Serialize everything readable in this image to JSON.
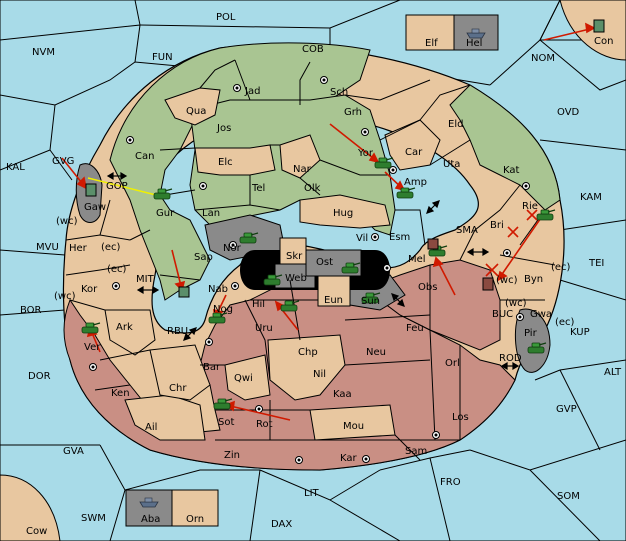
{
  "colors": {
    "sea": "#a8dbe8",
    "green": "#a9c592",
    "tan": "#e8c7a0",
    "red": "#c98f84",
    "gray": "#8a8a8a",
    "line": "#000000",
    "arrow": "#d01a00",
    "yellow": "#f0f000",
    "tank": "#2e7d2e"
  },
  "labels": {
    "pol": "POL",
    "nvm": "NVM",
    "fun": "FUN",
    "cob": "COB",
    "nom": "NOM",
    "con": "Con",
    "elf": "Elf",
    "hel": "Hel",
    "ovd": "OVD",
    "kal": "KAL",
    "gvg": "GVG",
    "gop": "GOP",
    "gaw": "Gaw",
    "kam": "KAM",
    "mvu": "MVU",
    "tei": "TEI",
    "bor": "BOR",
    "mit": "MIT",
    "rbu": "RBU",
    "buc": "BUC",
    "kup": "KUP",
    "dor": "DOR",
    "rod": "ROD",
    "alt": "ALT",
    "gvp": "GVP",
    "gva": "GVA",
    "fro": "FRO",
    "lit": "LIT",
    "som": "SOM",
    "swm": "SWM",
    "dax": "DAX",
    "cow": "Cow",
    "aba": "Aba",
    "orn": "Orn",
    "sma": "SMA",
    "jad": "Jad",
    "sch": "Sch",
    "qua": "Qua",
    "jos": "Jos",
    "grh": "Grh",
    "can": "Can",
    "elc": "Elc",
    "eld": "Eld",
    "nar": "Nar",
    "yor": "Yor",
    "car": "Car",
    "uta": "Uta",
    "kat": "Kat",
    "tel": "Tel",
    "olk": "Olk",
    "amp": "Amp",
    "gur": "Gur",
    "lan": "Lan",
    "hug": "Hug",
    "bri": "Bri",
    "rie": "Rie",
    "wc1": "(wc)",
    "ec1": "(ec)",
    "her": "Her",
    "nor": "Nor",
    "vil": "Vil",
    "esm": "Esm",
    "skr": "Skr",
    "sap": "Sap",
    "ost": "Ost",
    "mel": "Mel",
    "web": "Web",
    "byn": "Byn",
    "ec2": "(ec)",
    "ec3": "(ec)",
    "kor": "Kor",
    "wc2": "(wc)",
    "nab": "Nab",
    "eun": "Eun",
    "sun": "Sun",
    "obs": "Obs",
    "wc3": "(wc)",
    "gwa": "Gwa",
    "ec4": "(ec)",
    "wc4": "(wc)",
    "hil": "Hil",
    "nog": "Nog",
    "ark": "Ark",
    "uru": "Uru",
    "feu": "Feu",
    "pir": "Pir",
    "ver": "Ver",
    "chp": "Chp",
    "neu": "Neu",
    "orl": "Orl",
    "bar": "Bar",
    "nil": "Nil",
    "qwi": "Qwi",
    "ken": "Ken",
    "chr": "Chr",
    "kaa": "Kaa",
    "los": "Los",
    "ail": "Ail",
    "sot": "Sot",
    "rot": "Rot",
    "mou": "Mou",
    "zin": "Zin",
    "kar": "Kar",
    "sam": "Sam"
  }
}
